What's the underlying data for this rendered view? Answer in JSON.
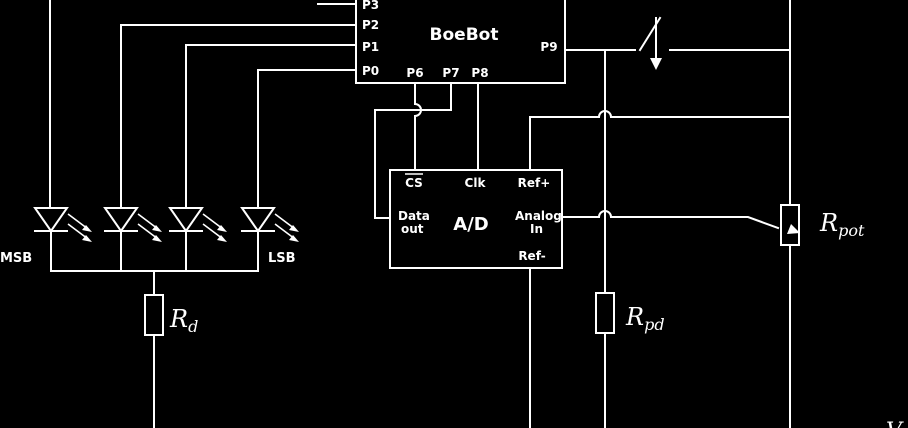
{
  "diagram": {
    "microcontroller": {
      "title": "BoeBot",
      "pins": {
        "p3": "P3",
        "p2": "P2",
        "p1": "P1",
        "p0": "P0",
        "p6": "P6",
        "p7": "P7",
        "p8": "P8",
        "p9": "P9"
      }
    },
    "adc": {
      "title": "A/D",
      "pins": {
        "cs": "CS",
        "clk": "Clk",
        "ref_plus": "Ref+",
        "data_1": "Data",
        "data_2": "out",
        "analog_1": "Analog",
        "analog_2": "In",
        "ref_minus": "Ref-"
      }
    },
    "leds": {
      "msb": "MSB",
      "lsb": "LSB"
    },
    "resistors": {
      "rd": {
        "sym": "R",
        "sub": "d"
      },
      "rpd": {
        "sym": "R",
        "sub": "pd"
      },
      "rpot": {
        "sym": "R",
        "sub": "pot"
      }
    },
    "corner_mark": "V"
  },
  "colors": {
    "background": "#000000",
    "line": "#ffffff"
  }
}
